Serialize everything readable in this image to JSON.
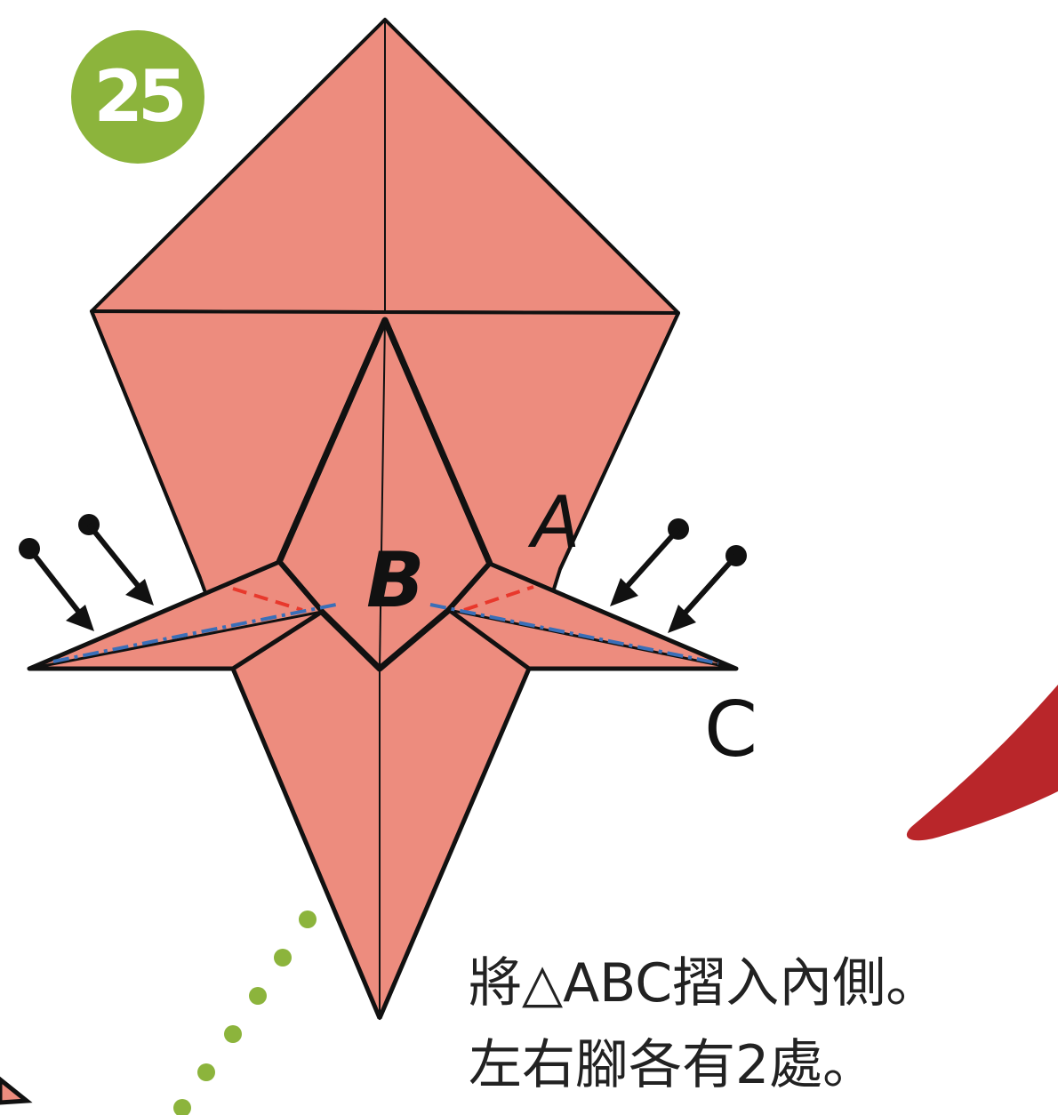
{
  "step": {
    "number": "25"
  },
  "labels": {
    "a": "A",
    "b": "B",
    "c": "C"
  },
  "instructions": {
    "line1": "將△ABC摺入內側。",
    "line2": "左右腳各有2處。"
  },
  "colors": {
    "paper": "#ed8c7e",
    "outline": "#111111",
    "badge": "#8cb43c",
    "valley_fold": "#e8382c",
    "mountain_fold": "#3a6fb8",
    "dotted_path": "#8cb43c",
    "background_shape": "#b9262a"
  },
  "icons": {
    "push_arrows": [
      "push-arrow-icon",
      "push-arrow-icon",
      "push-arrow-icon",
      "push-arrow-icon"
    ]
  }
}
